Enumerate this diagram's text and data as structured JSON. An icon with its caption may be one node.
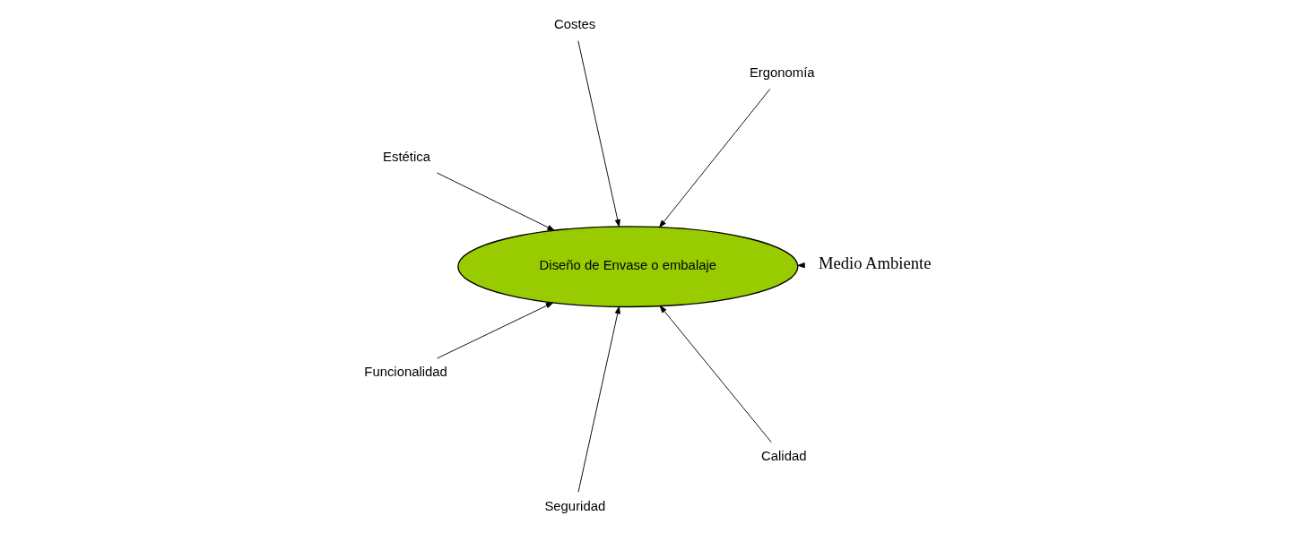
{
  "diagram": {
    "nodes": [
      {
        "text": [
          "Diseño de Envase o embalaje"
        ]
      },
      {
        "text": [
          "Medio Ambiente"
        ]
      },
      {
        "text": [
          "Seguridad"
        ]
      },
      {
        "text": [
          "Estética"
        ]
      },
      {
        "text": [
          "Ergonomía"
        ]
      },
      {
        "text": [
          "Costes"
        ]
      },
      {
        "text": [
          "Funcionalidad"
        ]
      },
      {
        "text": [
          "Calidad"
        ]
      }
    ],
    "edges": [
      {
        "from": 1,
        "to": 0,
        "arrow": "to"
      },
      {
        "from": 2,
        "to": 0,
        "arrow": "to"
      },
      {
        "from": 3,
        "to": 0,
        "arrow": "to"
      },
      {
        "from": 4,
        "to": 0,
        "arrow": "to"
      },
      {
        "from": 5,
        "to": 0,
        "arrow": "to"
      },
      {
        "from": 6,
        "to": 0,
        "arrow": "to"
      },
      {
        "from": 7,
        "to": 0,
        "arrow": "to"
      }
    ]
  }
}
